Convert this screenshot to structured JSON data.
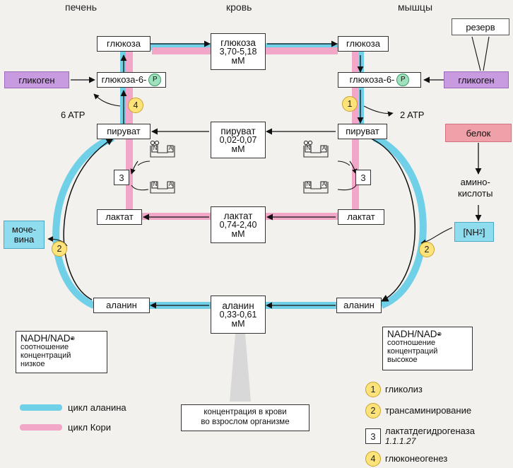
{
  "columns": {
    "liver": "печень",
    "blood": "кровь",
    "muscle": "мышцы"
  },
  "liver": {
    "glucose": "глюкоза",
    "g6p": "глюкоза-6-",
    "pyruvate": "пируват",
    "lactate": "лактат",
    "alanine": "аланин",
    "atp": "6 ATP",
    "glycogen": "гликоген",
    "urea": [
      "моче-",
      "вина"
    ]
  },
  "muscle": {
    "glucose": "глюкоза",
    "g6p": "глюкоза-6-",
    "pyruvate": "пируват",
    "lactate": "лактат",
    "alanine": "аланин",
    "atp": "2 ATP",
    "glycogen": "гликоген",
    "reserve": "резерв",
    "protein": "белок",
    "amino_acids": [
      "амино-",
      "кислоты"
    ],
    "nh2": "[NH",
    "nh2_sub": "2",
    "nh2_end": "]"
  },
  "phosphate": "P",
  "blood": {
    "glucose": {
      "name": "глюкоза",
      "range": "3,70-5,18",
      "unit": "мМ"
    },
    "pyruvate": {
      "name": "пируват",
      "range": "0,02-0,07",
      "unit": "мМ"
    },
    "lactate": {
      "name": "лактат",
      "range": "0,74-2,40",
      "unit": "мМ"
    },
    "alanine": {
      "name": "аланин",
      "range": "0,33-0,61",
      "unit": "мМ"
    }
  },
  "enzyme_glyph": {
    "n": "N",
    "a": "A"
  },
  "markers": {
    "one": "1",
    "two": "2",
    "three": "3",
    "four": "4"
  },
  "ratio_left": {
    "title": "NADH/NAD",
    "sup": "⊕",
    "dash": "-",
    "lines": [
      "соотношение",
      "концентраций",
      "низкое"
    ]
  },
  "ratio_right": {
    "title": "NADH/NAD",
    "sup": "⊕",
    "dash": "-",
    "lines": [
      "соотношение",
      "концентраций",
      "высокое"
    ]
  },
  "concentration_note": [
    "концентрация в крови",
    "во взрослом организме"
  ],
  "legend": {
    "alanine_cycle": "цикл аланина",
    "cori_cycle": "цикл  Кори",
    "items": [
      {
        "marker": "1",
        "label": "гликолиз"
      },
      {
        "marker": "2",
        "label": "трансаминирование"
      },
      {
        "marker": "3",
        "label": "лактатдегидрогеназа",
        "sub": "1.1.1.27"
      },
      {
        "marker": "4",
        "label": "глюконеогенез"
      }
    ]
  },
  "colors": {
    "alanine_cycle": "#6fd0e8",
    "cori_cycle": "#f2a6c8",
    "glycogen": "#c89ae0",
    "protein": "#f0a0a8",
    "nh2": "#8fdcef",
    "marker": "#fde37a"
  }
}
